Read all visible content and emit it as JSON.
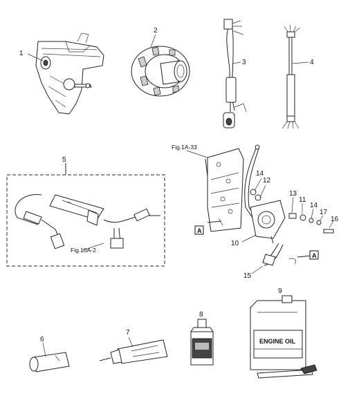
{
  "callouts": {
    "c1": "1",
    "c2": "2",
    "c3": "3",
    "c4": "4",
    "c5": "5",
    "c6": "6",
    "c7": "7",
    "c8": "8",
    "c9": "9",
    "c10": "10",
    "c11": "11",
    "c12": "12",
    "c13": "13",
    "c14a": "14",
    "c14b": "14",
    "c15": "15",
    "c16": "16",
    "c17": "17"
  },
  "references": {
    "fig_1a_33": "Fig.1A-33",
    "fig_10a_2": "Fig.10A-2",
    "box_a_left": "A",
    "box_a_right": "A"
  },
  "product_text": {
    "oil_can_logo": "ENGINE OIL"
  }
}
